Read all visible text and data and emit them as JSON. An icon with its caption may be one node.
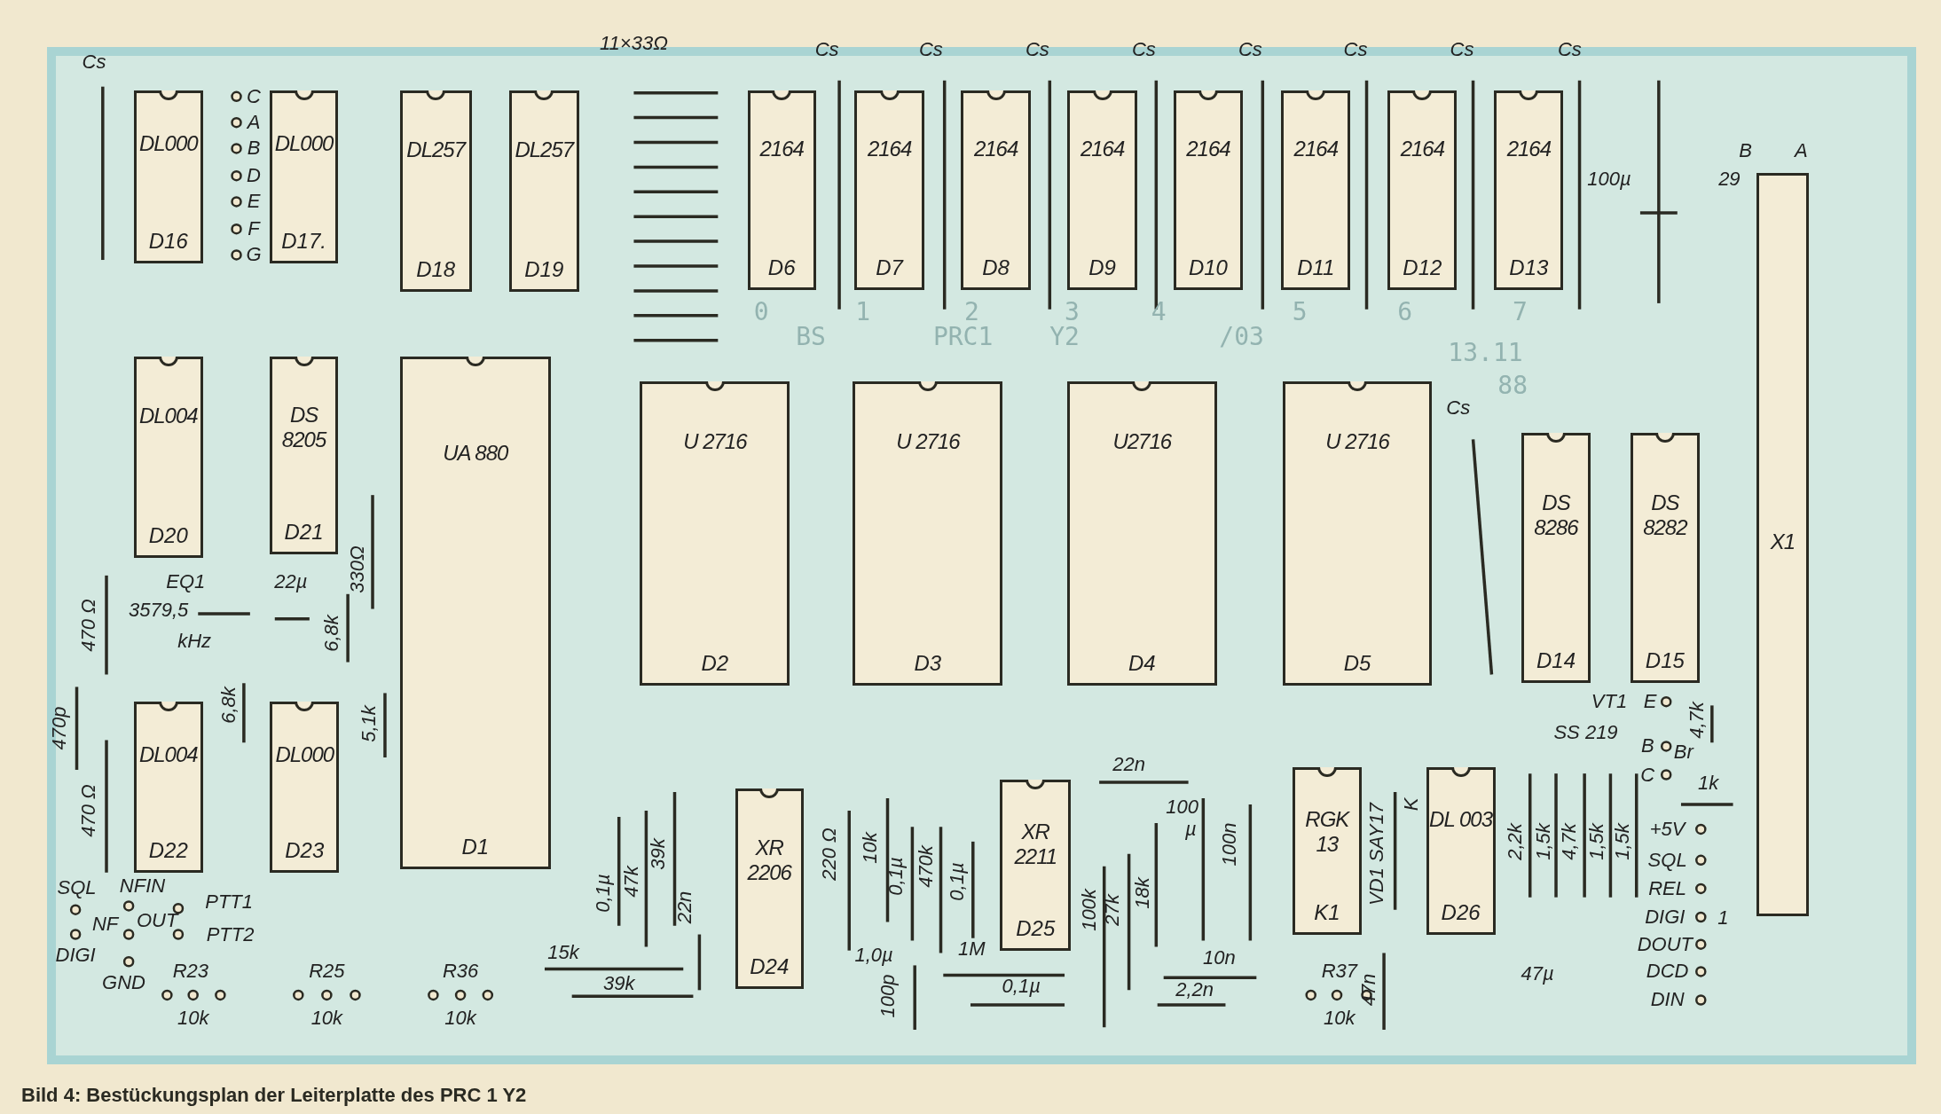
{
  "diagram": {
    "caption": "Bild 4: Bestückungsplan der Leiterplatte des PRC 1 Y2",
    "nodes": [
      {
        "text": [
          "DL000",
          "D16"
        ]
      },
      {
        "text": [
          "DL000",
          "D17."
        ]
      },
      {
        "text": [
          "DL257",
          "D18"
        ]
      },
      {
        "text": [
          "DL257",
          "D19"
        ]
      },
      {
        "text": [
          "2164",
          "D6"
        ]
      },
      {
        "text": [
          "2164",
          "D7"
        ]
      },
      {
        "text": [
          "2164",
          "D8"
        ]
      },
      {
        "text": [
          "2164",
          "D9"
        ]
      },
      {
        "text": [
          "2164",
          "D10"
        ]
      },
      {
        "text": [
          "2164",
          "D11"
        ]
      },
      {
        "text": [
          "2164",
          "D12"
        ]
      },
      {
        "text": [
          "2164",
          "D13"
        ]
      },
      {
        "text": [
          "DL004",
          "D20"
        ]
      },
      {
        "text": [
          "DS 8205",
          "D21"
        ]
      },
      {
        "text": [
          "UA 880",
          "D1"
        ]
      },
      {
        "text": [
          "U 2716",
          "D2"
        ]
      },
      {
        "text": [
          "U 2716",
          "D3"
        ]
      },
      {
        "text": [
          "U2716",
          "D4"
        ]
      },
      {
        "text": [
          "U 2716",
          "D5"
        ]
      },
      {
        "text": [
          "DS 8286",
          "D14"
        ]
      },
      {
        "text": [
          "DS 8282",
          "D15"
        ]
      },
      {
        "text": [
          "X1"
        ]
      },
      {
        "text": [
          "DL004",
          "D22"
        ]
      },
      {
        "text": [
          "DL000",
          "D23"
        ]
      },
      {
        "text": [
          "XR 2206",
          "D24"
        ]
      },
      {
        "text": [
          "XR 2211",
          "D25"
        ]
      },
      {
        "text": [
          "RGK 13",
          "K1"
        ]
      },
      {
        "text": [
          "DL 003",
          "D26"
        ]
      }
    ],
    "labels": [
      "11×33Ω",
      "Cs",
      "Cs",
      "Cs",
      "Cs",
      "Cs",
      "Cs",
      "Cs",
      "Cs",
      "Cs",
      "C",
      "A",
      "B",
      "D",
      "E",
      "F",
      "G",
      "100µ",
      "B",
      "A",
      "29",
      "0",
      "1",
      "2",
      "3",
      "4",
      "5",
      "6",
      "7",
      "BS",
      "PRC1",
      "Y2",
      "/03",
      "13.11",
      "88",
      "Cs",
      "330Ω",
      "EQ1",
      "22µ",
      "3579,5",
      "6,8k",
      "kHz",
      "470 Ω",
      "470p",
      "6,8k",
      "5,1k",
      "470 Ω",
      "VT1",
      "E",
      "4,7k",
      "SS 219",
      "B",
      "Br",
      "22n",
      "C",
      "1k",
      "100",
      "µ",
      "VD1 SAY17",
      "K",
      "+5V",
      "0,1µ",
      "47k",
      "39k",
      "22n",
      "220 Ω",
      "10k",
      "0,1µ",
      "470k",
      "0,1µ",
      "100k",
      "27k",
      "18k",
      "100n",
      "2,2k",
      "1,5k",
      "4,7k",
      "1,5k",
      "1,5k",
      "SQL",
      "REL",
      "SQL",
      "NFIN",
      "PTT1",
      "NF",
      "OUT",
      "PTT2",
      "DIGI",
      "1",
      "DIGI",
      "15k",
      "1,0µ",
      "1M",
      "10n",
      "DOUT",
      "R23",
      "R25",
      "R36",
      "R37",
      "47µ",
      "DCD",
      "39k",
      "0,1µ",
      "2,2n",
      "GND",
      "100p",
      "47n",
      "DIN",
      "10k",
      "10k",
      "10k",
      "10k"
    ]
  }
}
